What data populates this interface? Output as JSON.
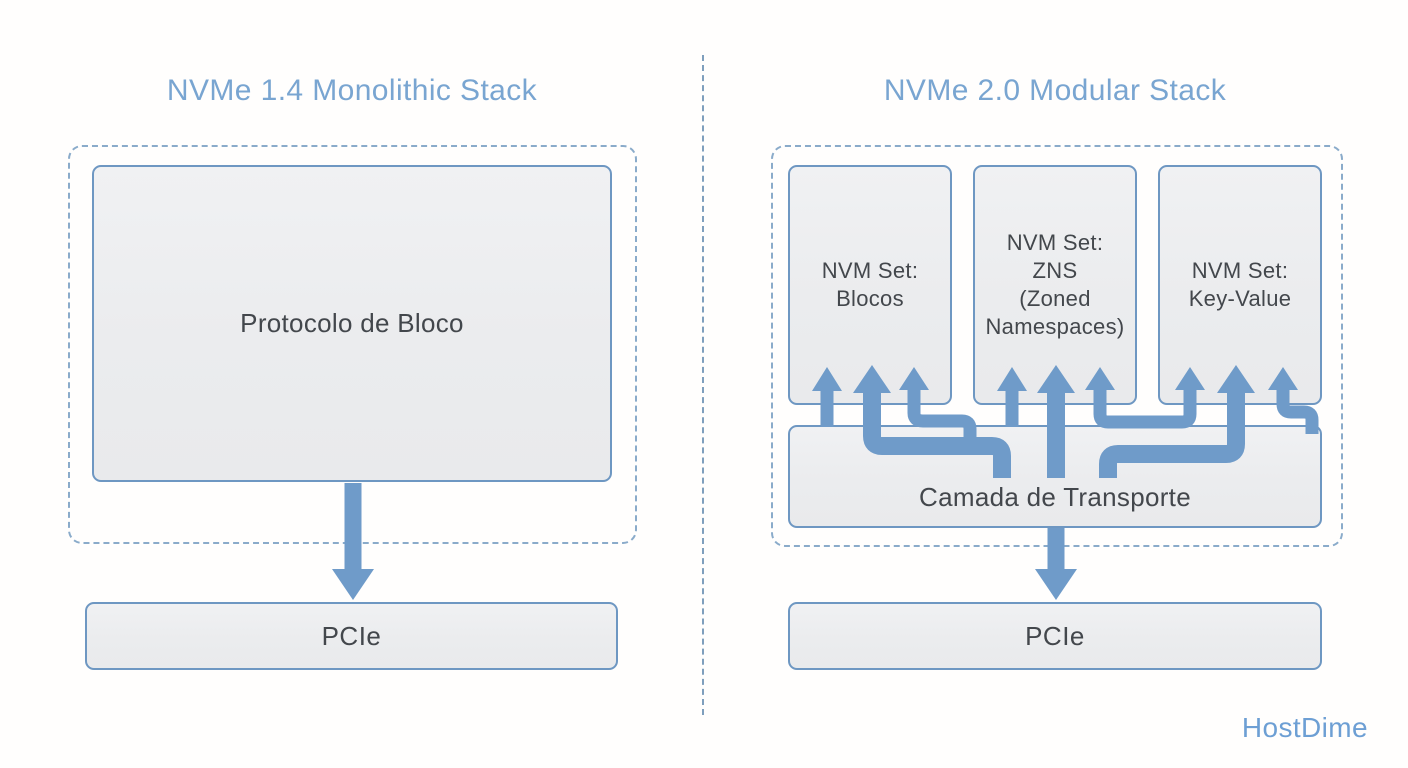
{
  "left_panel": {
    "title": "NVMe 1.4 Monolithic Stack",
    "block_box_label": "Protocolo de Bloco",
    "pcie_box_label": "PCIe"
  },
  "right_panel": {
    "title": "NVMe 2.0 Modular Stack",
    "set_boxes": [
      {
        "label": "NVM Set:\nBlocos"
      },
      {
        "label": "NVM Set:\nZNS\n(Zoned\nNamespaces)"
      },
      {
        "label": "NVM Set:\nKey-Value"
      }
    ],
    "transport_box_label": "Camada de Transporte",
    "pcie_box_label": "PCIe"
  },
  "branding": {
    "logo_text": "HostDime"
  },
  "colors": {
    "title_blue": "#79a5d1",
    "arrow_blue": "#6f9bc9",
    "box_border_blue": "#6e97c2",
    "box_fill_gray": "#ebecee",
    "dashed_border_blue": "#8aabca",
    "divider_blue": "#7f9fbd",
    "text_dark": "#43474c",
    "logo_blue": "#6d9fd4",
    "background": "#fffefd"
  }
}
